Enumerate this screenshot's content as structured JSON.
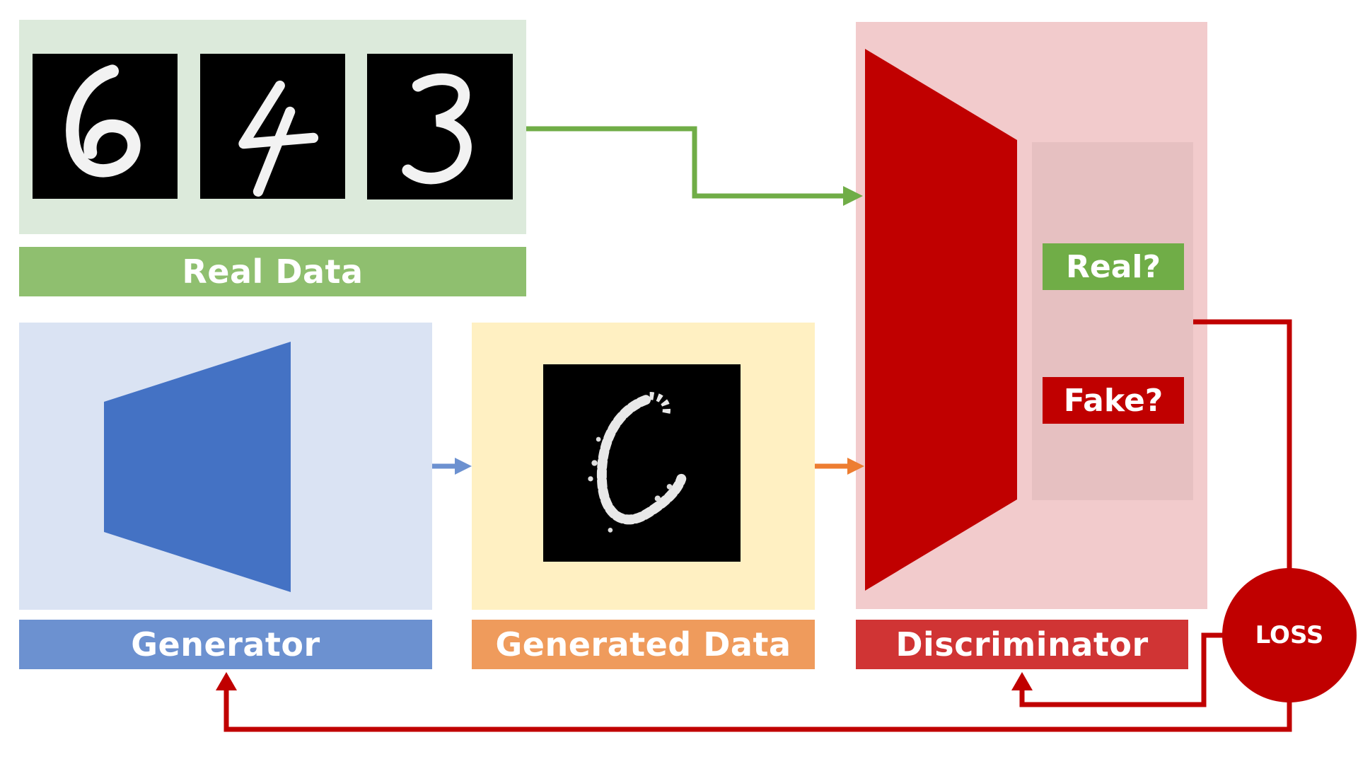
{
  "labels": {
    "real_data": "Real Data",
    "generator": "Generator",
    "generated_data": "Generated Data",
    "discriminator": "Discriminator",
    "real_q": "Real?",
    "fake_q": "Fake?",
    "loss": "LOSS"
  },
  "real_digits": [
    "6",
    "4",
    "3"
  ],
  "generated_digit": "6",
  "colors": {
    "real_panel": "#dceadb",
    "real_bar": "#8fbf6f",
    "generator_panel": "#dae3f3",
    "generator_shape": "#4472c4",
    "generator_bar": "#6c91d0",
    "generated_panel": "#fff0c2",
    "generated_bar": "#ef9b5c",
    "discriminator_panel": "#f2cbcc",
    "discriminator_shape": "#c00000",
    "discriminator_inner": "#e6c0c1",
    "discriminator_bar": "#d03434",
    "real_q_box": "#70ad47",
    "fake_q_box": "#c00000",
    "loss_circle": "#c00000",
    "arrow_green": "#70ad47",
    "arrow_blue": "#6c91d0",
    "arrow_orange": "#ed7d31",
    "arrow_red": "#c00000"
  }
}
